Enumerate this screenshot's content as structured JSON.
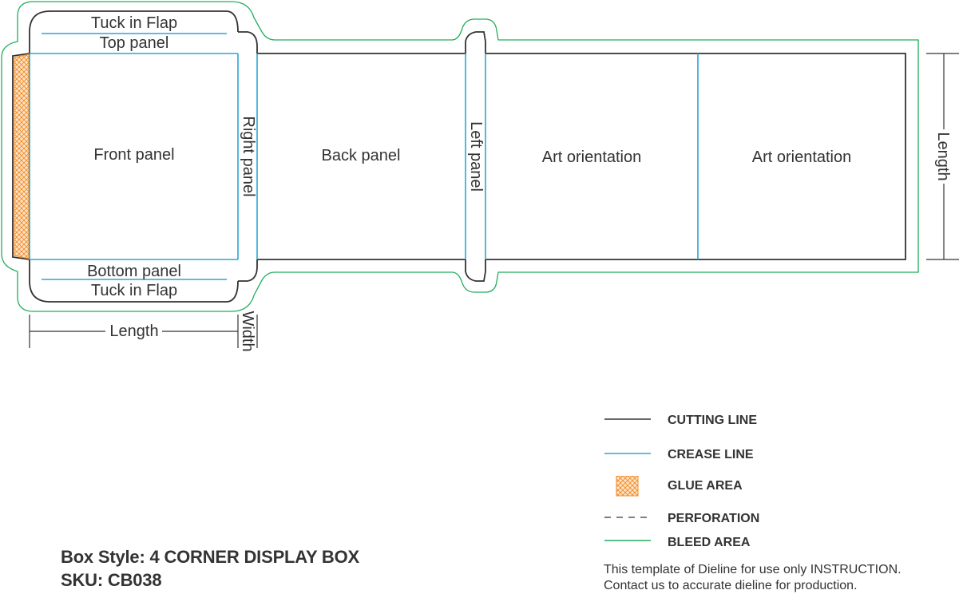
{
  "labels": {
    "tuck_flap_top": "Tuck in Flap",
    "top_panel": "Top panel",
    "front_panel": "Front panel",
    "right_panel": "Right panel",
    "back_panel": "Back panel",
    "left_panel": "Left panel",
    "art_orientation_1": "Art orientation",
    "art_orientation_2": "Art orientation",
    "bottom_panel": "Bottom panel",
    "tuck_flap_bottom": "Tuck in Flap",
    "dim_length_bottom": "Length",
    "dim_width": "Width",
    "dim_length_right": "Length"
  },
  "legend": [
    {
      "key": "cutting",
      "label": "CUTTING LINE"
    },
    {
      "key": "crease",
      "label": "CREASE LINE"
    },
    {
      "key": "glue",
      "label": "GLUE AREA"
    },
    {
      "key": "perforation",
      "label": "PERFORATION"
    },
    {
      "key": "bleed",
      "label": "BLEED AREA"
    }
  ],
  "note": {
    "line1": "This template of Dieline for use only INSTRUCTION.",
    "line2": "Contact us to accurate dieline for production."
  },
  "info": {
    "box_style": "Box Style: 4 CORNER DISPLAY BOX",
    "sku": "SKU: CB038"
  },
  "colors": {
    "cutting": "#333333",
    "crease": "#2aa6d6",
    "bleed": "#1fae5a",
    "glue": "#f08a24"
  }
}
